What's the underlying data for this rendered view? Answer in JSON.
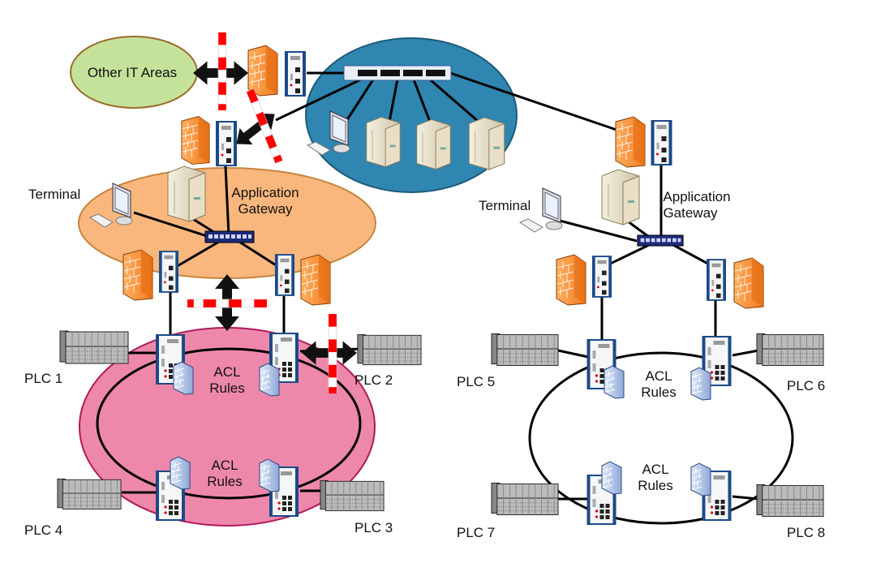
{
  "zones": {
    "other_it": "Other IT Areas"
  },
  "left_cell": {
    "terminal": "Terminal",
    "gateway_line1": "Application",
    "gateway_line2": "Gateway",
    "acl_top_1": "ACL",
    "acl_top_2": "Rules",
    "acl_bottom_1": "ACL",
    "acl_bottom_2": "Rules",
    "plcs": [
      "PLC 1",
      "PLC 2",
      "PLC 3",
      "PLC 4"
    ]
  },
  "right_cell": {
    "terminal": "Terminal",
    "gateway_line1": "Application",
    "gateway_line2": "Gateway",
    "acl_top_1": "ACL",
    "acl_top_2": "Rules",
    "acl_bottom_1": "ACL",
    "acl_bottom_2": "Rules",
    "plcs": [
      "PLC 5",
      "PLC 6",
      "PLC 7",
      "PLC 8"
    ]
  },
  "colors": {
    "other_it_fill": "#c4e29a",
    "it_zone_fill": "#2f86b0",
    "dmz_fill": "#f9b77e",
    "control_zone_fill": "#ee88aa",
    "firewall": "#f7923a",
    "barrier_red": "#ff0000"
  },
  "icons": [
    "firewall-icon",
    "industrial-switch-icon",
    "plc-icon",
    "server-icon",
    "workstation-icon",
    "hub-icon",
    "barrier-icon",
    "double-arrow-icon",
    "acl-firewall-icon",
    "rack-switch-icon"
  ]
}
